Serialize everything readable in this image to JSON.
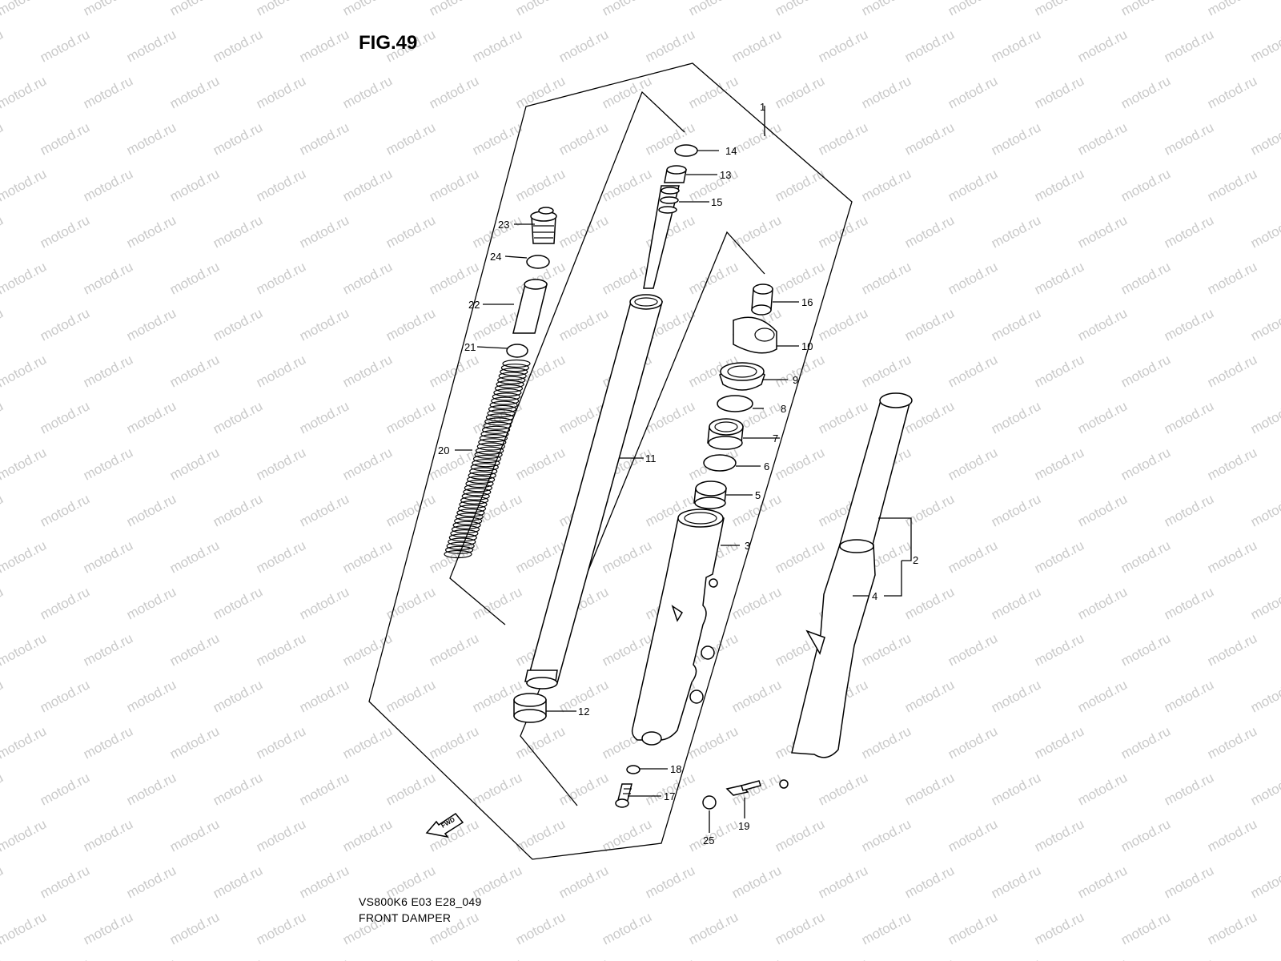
{
  "figure": {
    "title": "FIG.49",
    "model_code": "VS800K6 E03 E28_049",
    "name": "FRONT DAMPER"
  },
  "watermark": {
    "text": "motod.ru",
    "color": "#c9c9c9"
  },
  "fwd_badge": {
    "label": "FWD"
  },
  "parts": [
    {
      "number": "1"
    },
    {
      "number": "2"
    },
    {
      "number": "3"
    },
    {
      "number": "4"
    },
    {
      "number": "5"
    },
    {
      "number": "6"
    },
    {
      "number": "7"
    },
    {
      "number": "8"
    },
    {
      "number": "9"
    },
    {
      "number": "10"
    },
    {
      "number": "11"
    },
    {
      "number": "12"
    },
    {
      "number": "13"
    },
    {
      "number": "14"
    },
    {
      "number": "15"
    },
    {
      "number": "16"
    },
    {
      "number": "17"
    },
    {
      "number": "18"
    },
    {
      "number": "19"
    },
    {
      "number": "20"
    },
    {
      "number": "21"
    },
    {
      "number": "22"
    },
    {
      "number": "23"
    },
    {
      "number": "24"
    },
    {
      "number": "25"
    }
  ]
}
